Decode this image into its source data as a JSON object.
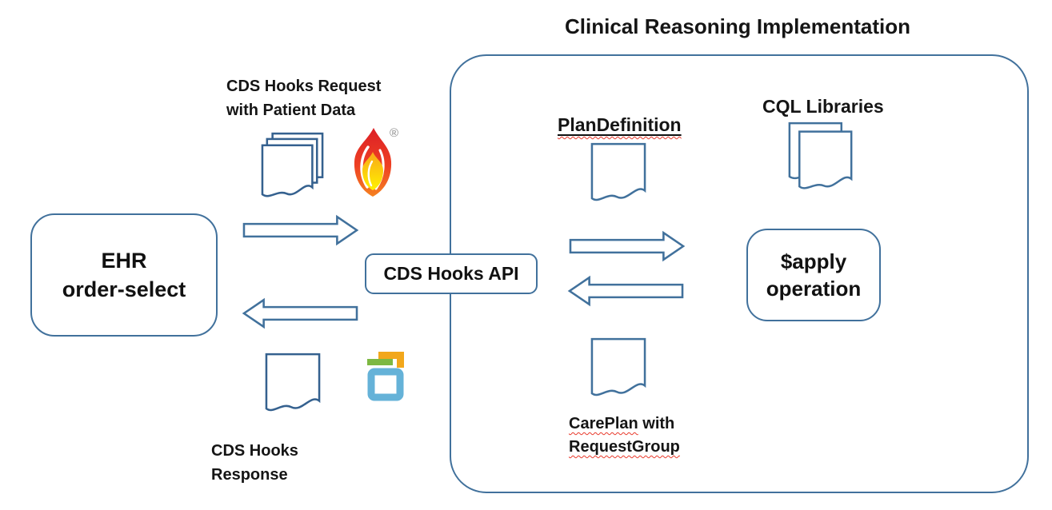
{
  "title": "Clinical Reasoning Implementation",
  "nodes": {
    "ehr": {
      "line1": "EHR",
      "line2": "order-select"
    },
    "cds_hooks_api": {
      "label": "CDS Hooks API"
    },
    "apply_operation": {
      "line1": "$apply",
      "line2": "operation"
    }
  },
  "annotations": {
    "request_line1": "CDS Hooks Request",
    "request_line2": "with Patient Data",
    "response": "CDS Hooks Response",
    "plan_definition": "PlanDefinition",
    "cql_libraries": "CQL Libraries",
    "careplan_word": "CarePlan",
    "careplan_rest": " with",
    "requestgroup": "RequestGroup",
    "registered_mark": "®"
  },
  "icons": {
    "request_documents": "document-stack-icon",
    "response_document": "document-icon",
    "plan_definition_document": "document-icon",
    "cql_documents": "document-stack-icon",
    "careplan_document": "document-icon",
    "fhir_flame": "fhir-flame-logo",
    "cds_hooks_logo": "cds-hooks-logo"
  },
  "colors": {
    "outline_blue": "#41719C",
    "document_stroke": "#35618F",
    "squiggle_red": "#E8392B",
    "flame_red": "#DC1F26",
    "flame_orange": "#F58220",
    "flame_yellow": "#FFF200",
    "logo_orange": "#F2A71B",
    "logo_green": "#7DB842",
    "logo_blue": "#65B2D8",
    "text_black": "#111111"
  }
}
